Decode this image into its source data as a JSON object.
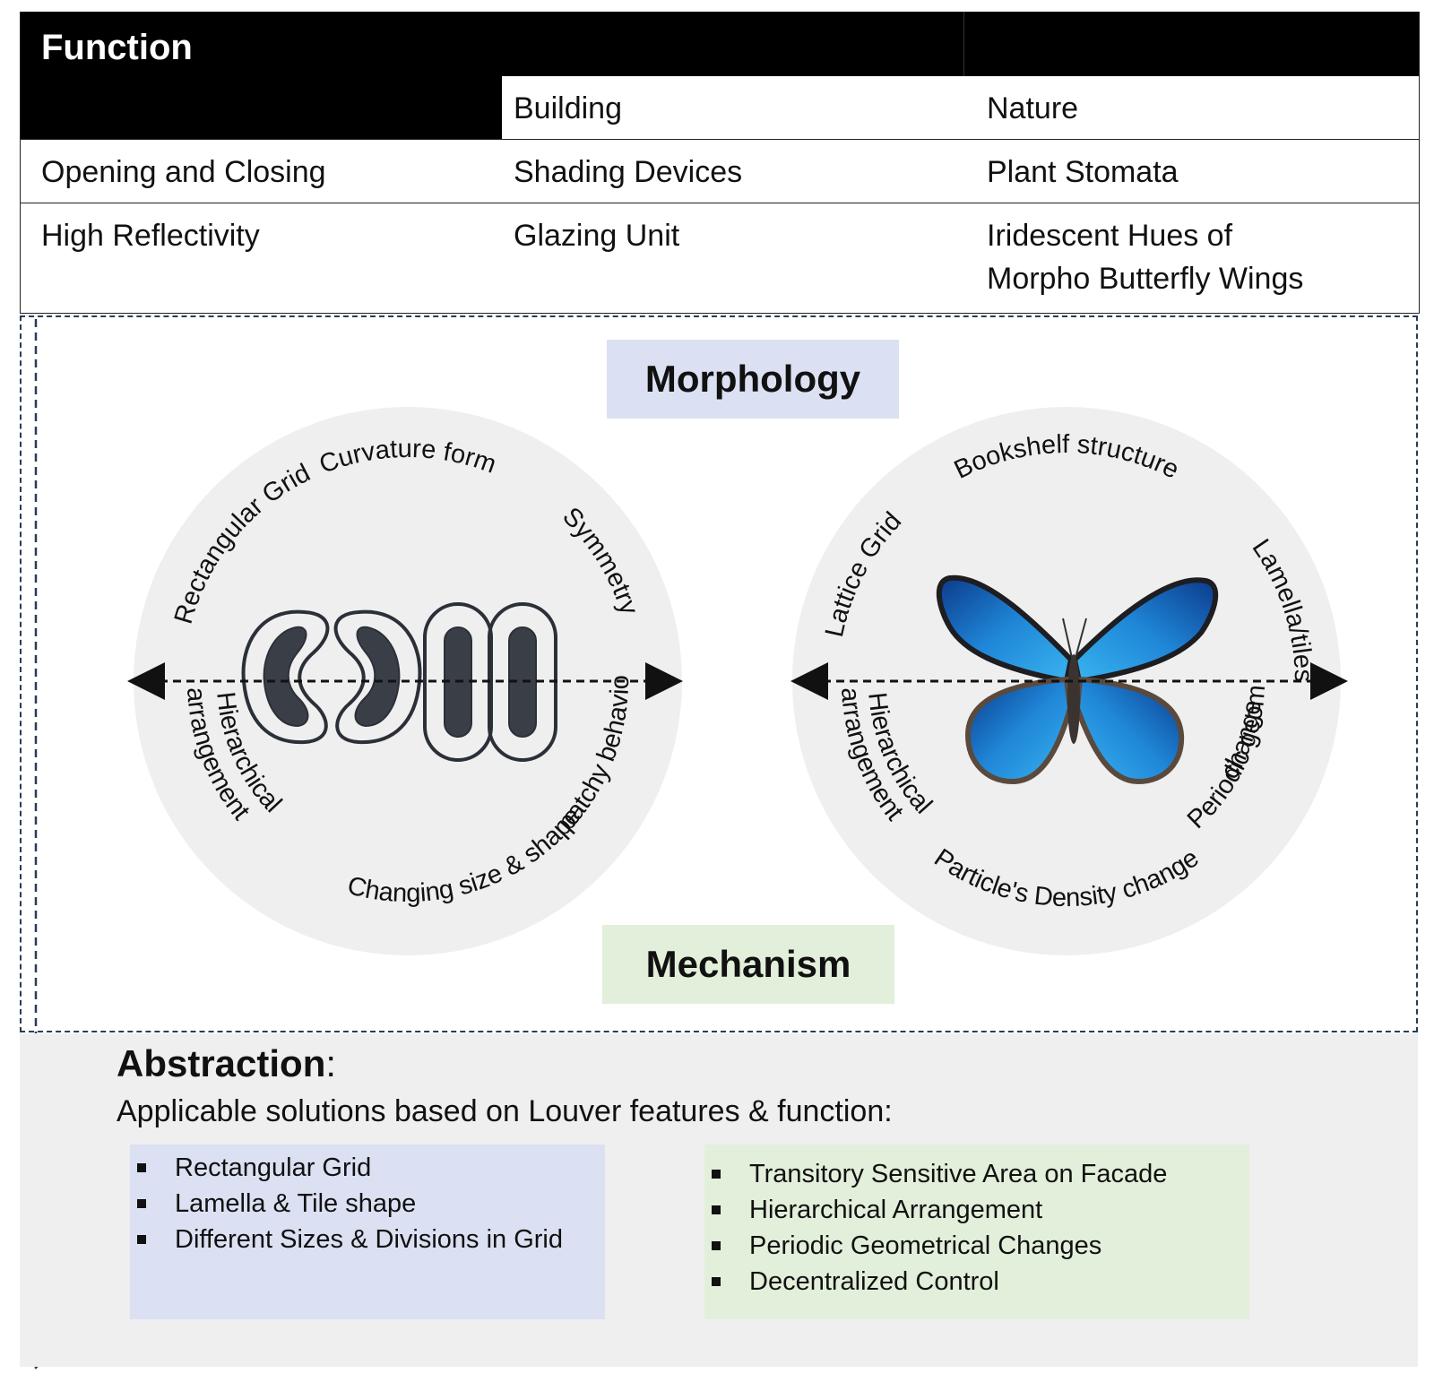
{
  "table": {
    "header": "Function",
    "columns": [
      "Building",
      "Nature"
    ],
    "rows": [
      {
        "function": "Opening and Closing",
        "building": "Shading Devices",
        "nature": "Plant Stomata"
      },
      {
        "function": "High Reflectivity",
        "building": "Glazing Unit",
        "nature_line1": "Iridescent Hues of",
        "nature_line2": "Morpho Butterfly Wings"
      }
    ]
  },
  "morphology_label": "Morphology",
  "mechanism_label": "Mechanism",
  "left_circle": {
    "top_label": "Curvature form",
    "upper_left": "Rectangular Grid",
    "upper_right": "Symmetry",
    "lower_left_1": "Hierarchical",
    "lower_left_2": "arrangement",
    "bottom_label": "Changing size & shape",
    "lower_right": "patchy behaviors"
  },
  "right_circle": {
    "top_label": "Bookshelf structure",
    "upper_left": "Lattice Grid",
    "upper_right": "Lamella/tiles",
    "lower_left_1": "Hierarchical",
    "lower_left_2": "arrangement",
    "bottom_label": "Particle's Density change",
    "lower_right_1": "Periodic geometrical",
    "lower_right_2": "change"
  },
  "abstraction": {
    "title": "Abstraction",
    "colon": ":",
    "subtitle": "Applicable solutions based on Louver features & function:",
    "morphology_items": [
      "Rectangular Grid",
      "Lamella & Tile shape",
      "Different Sizes & Divisions in Grid"
    ],
    "mechanism_items": [
      "Transitory Sensitive Area on Facade",
      "Hierarchical Arrangement",
      "Periodic Geometrical Changes",
      "Decentralized Control"
    ]
  },
  "colors": {
    "morphology_box": "#dbe1f2",
    "mechanism_box": "#e2efda",
    "circle_fill": "#efefef",
    "abstraction_panel": "#efefef",
    "dash": "#2a3a5a",
    "butterfly_blue": "#1f7fd0"
  }
}
